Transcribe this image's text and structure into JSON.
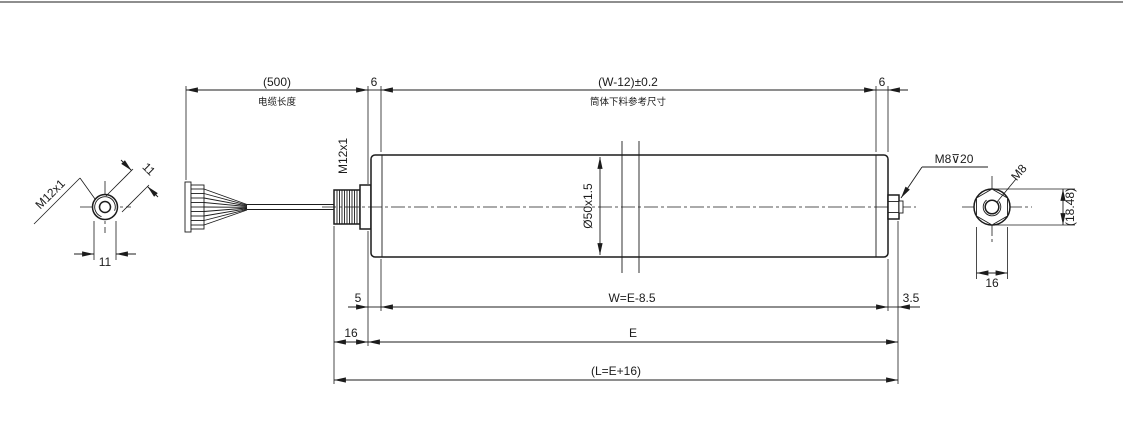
{
  "colors": {
    "line": "#1c1c1c",
    "background": "#ffffff"
  },
  "views": {
    "left_end": {
      "thread_label": "M12x1",
      "dim_diagonal": "11",
      "dim_across_flats": "11"
    },
    "main": {
      "thread_left_label": "M12x1",
      "tube_diameter_label": "Ø50x1.5",
      "tapped_hole_label": "M8⊽20"
    },
    "right_end": {
      "thread_label": "M8",
      "dim_across_corners": "(18.48)",
      "dim_across_flats": "16"
    }
  },
  "dimensions": {
    "top": {
      "cable_length": "(500)",
      "cable_length_note": "电缆长度",
      "left_cap_gap": "6",
      "tube_cut_length": "(W-12)±0.2",
      "tube_cut_note": "筒体下料参考尺寸",
      "right_cap_gap": "6"
    },
    "bottom": {
      "left_recess": "5",
      "face_to_face": "W=E-8.5",
      "right_stub": "3.5",
      "left_thread_length": "16",
      "installed_length": "E",
      "overall_length": "(L=E+16)"
    }
  }
}
